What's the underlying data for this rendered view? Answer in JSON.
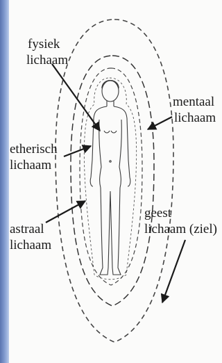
{
  "labels": {
    "physical": [
      "fysiek",
      "lichaam"
    ],
    "mental": [
      "mentaal",
      "lichaam"
    ],
    "etheric": [
      "etherisch",
      "lichaam"
    ],
    "astral": [
      "astraal",
      "lichaam"
    ],
    "spirit": [
      "geest",
      "lichaam (ziel)"
    ]
  },
  "colors": {
    "background": "#6a84bd",
    "paper": "#fbfbfa",
    "ink": "#1a1a1a"
  }
}
